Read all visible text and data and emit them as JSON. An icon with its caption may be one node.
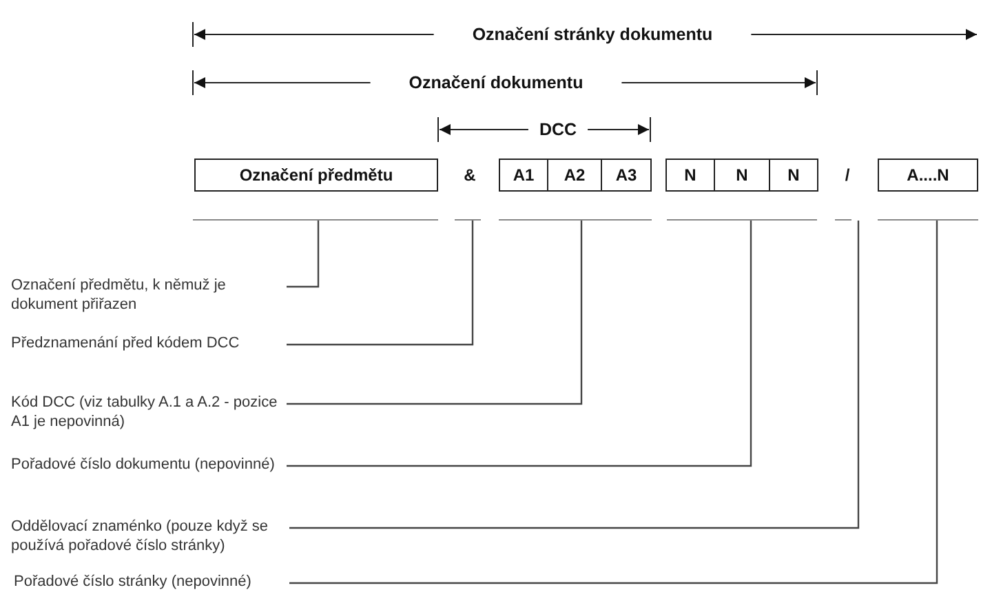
{
  "diagram": {
    "nodes": [
      {
        "text": [
          "Označení předmětu"
        ]
      },
      {
        "text": [
          "&"
        ]
      },
      {
        "text": [
          "A1"
        ]
      },
      {
        "text": [
          "A2"
        ]
      },
      {
        "text": [
          "A3"
        ]
      },
      {
        "text": [
          "N"
        ]
      },
      {
        "text": [
          "N"
        ]
      },
      {
        "text": [
          "N"
        ]
      },
      {
        "text": [
          "/"
        ]
      },
      {
        "text": [
          "A....N"
        ]
      },
      {
        "text": [],
        "shape": "bar"
      },
      {
        "text": [],
        "shape": "bar"
      },
      {
        "text": [],
        "shape": "bar"
      },
      {
        "text": [],
        "shape": "bar"
      },
      {
        "text": [],
        "shape": "bar"
      },
      {
        "text": [],
        "shape": "bar"
      },
      {
        "text": [
          "Označení předmětu, k němuž je dokument přiřazen"
        ]
      },
      {
        "text": [
          "Předznamenání před kódem DCC"
        ]
      },
      {
        "text": [
          "Kód DCC (viz tabulky A.1 a A.2 - pozice A1 je nepovinná)"
        ]
      },
      {
        "text": [
          "Pořadové číslo dokumentu (nepovinné)"
        ]
      },
      {
        "text": [
          "Oddělovací znaménko (pouze když se používá pořadové číslo stránky)"
        ]
      },
      {
        "text": [
          "Pořadové číslo stránky (nepovinné)"
        ]
      }
    ],
    "edges": [
      {
        "from": 16,
        "to": 10,
        "arrow": "none"
      },
      {
        "from": 17,
        "to": 11,
        "arrow": "none"
      },
      {
        "from": 18,
        "to": 12,
        "arrow": "none"
      },
      {
        "from": 19,
        "to": 13,
        "arrow": "none"
      },
      {
        "from": 20,
        "to": 14,
        "arrow": "none"
      },
      {
        "from": 21,
        "to": 15,
        "arrow": "none"
      }
    ],
    "labels": [
      "Označení stránky dokumentu",
      "Označení dokumentu",
      "DCC"
    ]
  }
}
